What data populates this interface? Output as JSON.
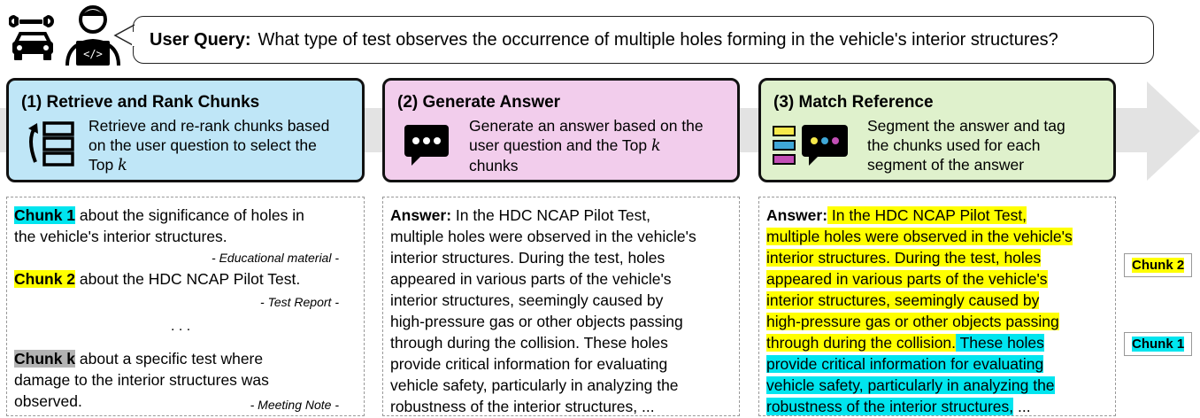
{
  "query": {
    "label": "User Query:",
    "text": "What type of test observes the occurrence of multiple holes forming in the vehicle's interior structures?"
  },
  "stages": [
    {
      "title": "(1) Retrieve and Rank Chunks",
      "desc_lines": [
        "Retrieve and re-rank chunks based",
        "on the user question to select the",
        "Top "
      ],
      "desc_var": "k",
      "color": "#bfe6f7",
      "icon": "rerank-list-icon"
    },
    {
      "title": "(2) Generate Answer",
      "desc_lines": [
        "Generate an answer based on the",
        "user question and the Top ",
        "chunks"
      ],
      "desc_var": "k",
      "color": "#f2cdec",
      "icon": "chat-bubble-icon"
    },
    {
      "title": "(3) Match Reference",
      "desc_lines": [
        "Segment the answer and tag",
        "the chunks used for each",
        "segment of the answer"
      ],
      "color": "#dff1cc",
      "icon": "tagged-segments-icon"
    }
  ],
  "chunks": [
    {
      "label": "Chunk 1",
      "line1": " about the significance of holes in",
      "line2": "the vehicle's interior structures.",
      "source": "- Educational material -",
      "highlight": "#00e5ef"
    },
    {
      "label": "Chunk 2",
      "line1": " about the HDC NCAP Pilot Test.",
      "source": "- Test Report -",
      "highlight": "#ffff00"
    },
    {
      "label": "Chunk k",
      "line1": " about a specific test where",
      "line2": "damage to the interior structures was",
      "line3": "observed.",
      "source": "- Meeting Note -",
      "highlight": "#b3b3b3"
    }
  ],
  "ellipsis": ". . .",
  "answer": {
    "label": "Answer:",
    "lines": [
      " In the HDC NCAP Pilot Test,",
      "multiple holes were observed in the vehicle's",
      "interior structures. During the test, holes",
      "appeared in various parts of the vehicle's",
      "interior structures, seemingly caused by",
      "high-pressure gas or other objects passing",
      "through during the collision. These holes",
      "provide critical information for evaluating",
      "vehicle safety, particularly in analyzing the",
      "robustness of the interior structures, ..."
    ]
  },
  "matched": {
    "line7a": "through during the collision.",
    "line7b": " These holes",
    "line10a": "robustness of the interior structures,",
    "line10b": " ..."
  },
  "tags": [
    "Chunk 2",
    "Chunk 1"
  ]
}
